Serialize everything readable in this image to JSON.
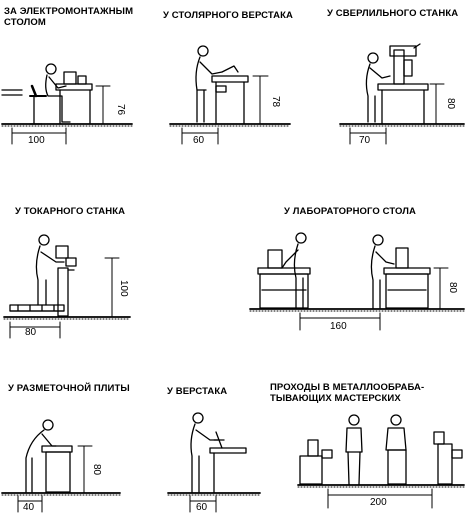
{
  "panels": [
    {
      "id": "electro",
      "title_lines": [
        "ЗА ЭЛЕКТРОМОНТАЖНЫМ",
        "СТОЛОМ"
      ],
      "dims": [
        "100",
        "76"
      ]
    },
    {
      "id": "joiner",
      "title_lines": [
        "У СТОЛЯРНОГО ВЕРСТАКА"
      ],
      "dims": [
        "60",
        "78"
      ]
    },
    {
      "id": "drill",
      "title_lines": [
        "У СВЕРЛИЛЬНОГО СТАНКА"
      ],
      "dims": [
        "70",
        "80"
      ]
    },
    {
      "id": "lathe",
      "title_lines": [
        "У ТОКАРНОГО СТАНКА"
      ],
      "dims": [
        "80",
        "100"
      ]
    },
    {
      "id": "lab",
      "title_lines": [
        "У ЛАБОРАТОРНОГО СТОЛА"
      ],
      "dims": [
        "160",
        "80"
      ]
    },
    {
      "id": "marking",
      "title_lines": [
        "У РАЗМЕТОЧНОЙ ПЛИТЫ"
      ],
      "dims": [
        "40",
        "80"
      ]
    },
    {
      "id": "bench",
      "title_lines": [
        "У ВЕРСТАКА"
      ],
      "dims": [
        "60"
      ]
    },
    {
      "id": "passages",
      "title_lines": [
        "ПРОХОДЫ В МЕТАЛЛООБРАБА-",
        "ТЫВАЮЩИХ МАСТЕРСКИХ"
      ],
      "dims": [
        "200"
      ]
    }
  ]
}
